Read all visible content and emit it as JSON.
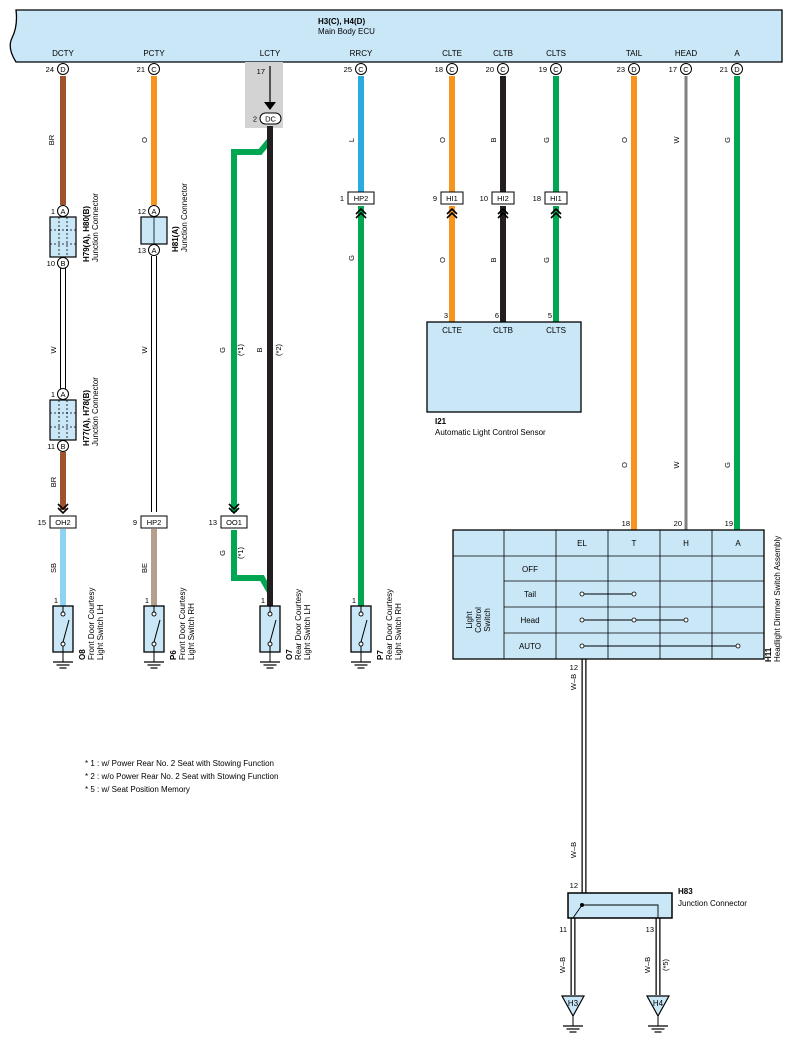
{
  "ecu": {
    "code": "H3(C), H4(D)",
    "name": "Main Body ECU"
  },
  "ecu_pins": [
    {
      "label": "DCTY",
      "pin": "24",
      "conn": "D"
    },
    {
      "label": "PCTY",
      "pin": "21",
      "conn": "C"
    },
    {
      "label": "LCTY",
      "pin": "17",
      "conn": ""
    },
    {
      "label": "RRCY",
      "pin": "25",
      "conn": "C"
    },
    {
      "label": "CLTE",
      "pin": "18",
      "conn": "C"
    },
    {
      "label": "CLTB",
      "pin": "20",
      "conn": "C"
    },
    {
      "label": "CLTS",
      "pin": "19",
      "conn": "C"
    },
    {
      "label": "TAIL",
      "pin": "23",
      "conn": "D"
    },
    {
      "label": "HEAD",
      "pin": "17",
      "conn": "C"
    },
    {
      "label": "A",
      "pin": "21",
      "conn": "D"
    }
  ],
  "lcty_dc": {
    "pin": "2",
    "label": "DC"
  },
  "wire_colors": {
    "BR": "#a0522d",
    "O": "#f7941d",
    "W": "#ffffff",
    "L": "#29abe2",
    "B": "#231f20",
    "G": "#00a651",
    "SB": "#8fd3f4",
    "BE": "#b5a08e",
    "WB": "#ffffff"
  },
  "diagram_fill": "#c9e7f7",
  "wire_labels": {
    "dcty_top": "BR",
    "pcty_top": "O",
    "rrcy_top": "L",
    "clte_top": "O",
    "cltb_top": "B",
    "clts_top": "G",
    "tail": "O",
    "head": "W",
    "a": "G",
    "dcty_mid": "W",
    "pcty_mid": "W",
    "dcty_low": "BR",
    "g_star1": "G",
    "b_star2": "B",
    "star1": "(*1)",
    "star2": "(*2)",
    "rr_g": "G",
    "clte_low": "O",
    "cltb_low": "B",
    "clts_low": "G",
    "sb": "SB",
    "be": "BE",
    "g_low": "G",
    "g_low_star": "(*1)",
    "wb1": "W–B",
    "wb2": "W–B",
    "wb3": "W–B",
    "wb4": "W–B",
    "star5": "(*5)"
  },
  "junctions": {
    "h79": {
      "code": "H79(A), H80(B)",
      "name": "Junction Connector",
      "pin_top": "1",
      "conn_top": "A",
      "pin_bot": "10",
      "conn_bot": "B"
    },
    "h81": {
      "code": "H81(A)",
      "name": "Junction Connector",
      "pin_top": "12",
      "conn_top": "A",
      "pin_bot": "13",
      "conn_bot": "A"
    },
    "h77": {
      "code": "H77(A), H78(B)",
      "name": "Junction Connector",
      "pin_top": "1",
      "conn_top": "A",
      "pin_bot": "11",
      "conn_bot": "B"
    }
  },
  "inline_connectors": {
    "hp2_top": {
      "pin": "1",
      "label": "HP2"
    },
    "hi1_a": {
      "pin": "9",
      "label": "HI1"
    },
    "hi2": {
      "pin": "10",
      "label": "HI2"
    },
    "hi1_b": {
      "pin": "18",
      "label": "HI1"
    },
    "oh2": {
      "pin": "15",
      "label": "OH2"
    },
    "hp2_low": {
      "pin": "9",
      "label": "HP2"
    },
    "oo1": {
      "pin": "13",
      "label": "OO1"
    }
  },
  "sensor": {
    "code": "I21",
    "name": "Automatic Light Control Sensor",
    "pins": [
      {
        "pin": "3",
        "label": "CLTE"
      },
      {
        "pin": "6",
        "label": "CLTB"
      },
      {
        "pin": "5",
        "label": "CLTS"
      }
    ]
  },
  "switches": [
    {
      "code": "O8",
      "name1": "Front Door Courtesy",
      "name2": "Light Switch LH",
      "pin": "1"
    },
    {
      "code": "P6",
      "name1": "Front Door Courtesy",
      "name2": "Light Switch RH",
      "pin": "1"
    },
    {
      "code": "O7",
      "name1": "Rear Door Courtesy",
      "name2": "Light Switch LH",
      "pin": "1"
    },
    {
      "code": "P7",
      "name1": "Rear Door Courtesy",
      "name2": "Light Switch RH",
      "pin": "1"
    }
  ],
  "headlight_switch": {
    "code": "H11",
    "name": "Headlight Dimmer Switch Assembly",
    "side_label": [
      "Light",
      "Control",
      "Switch"
    ],
    "columns": [
      "EL",
      "T",
      "H",
      "A"
    ],
    "rows": [
      "OFF",
      "Tail",
      "Head",
      "AUTO"
    ],
    "pins_top": [
      "18",
      "20",
      "19"
    ],
    "pin_bottom": "12"
  },
  "h83": {
    "code": "H83",
    "name": "Junction Connector",
    "pin_top": "12",
    "pin_left": "11",
    "pin_right": "13"
  },
  "grounds": [
    "H3",
    "H4"
  ],
  "notes": [
    "* 1 : w/ Power Rear No. 2 Seat with Stowing Function",
    "* 2 : w/o Power Rear No. 2 Seat with Stowing Function",
    "* 5 : w/ Seat Position Memory"
  ]
}
